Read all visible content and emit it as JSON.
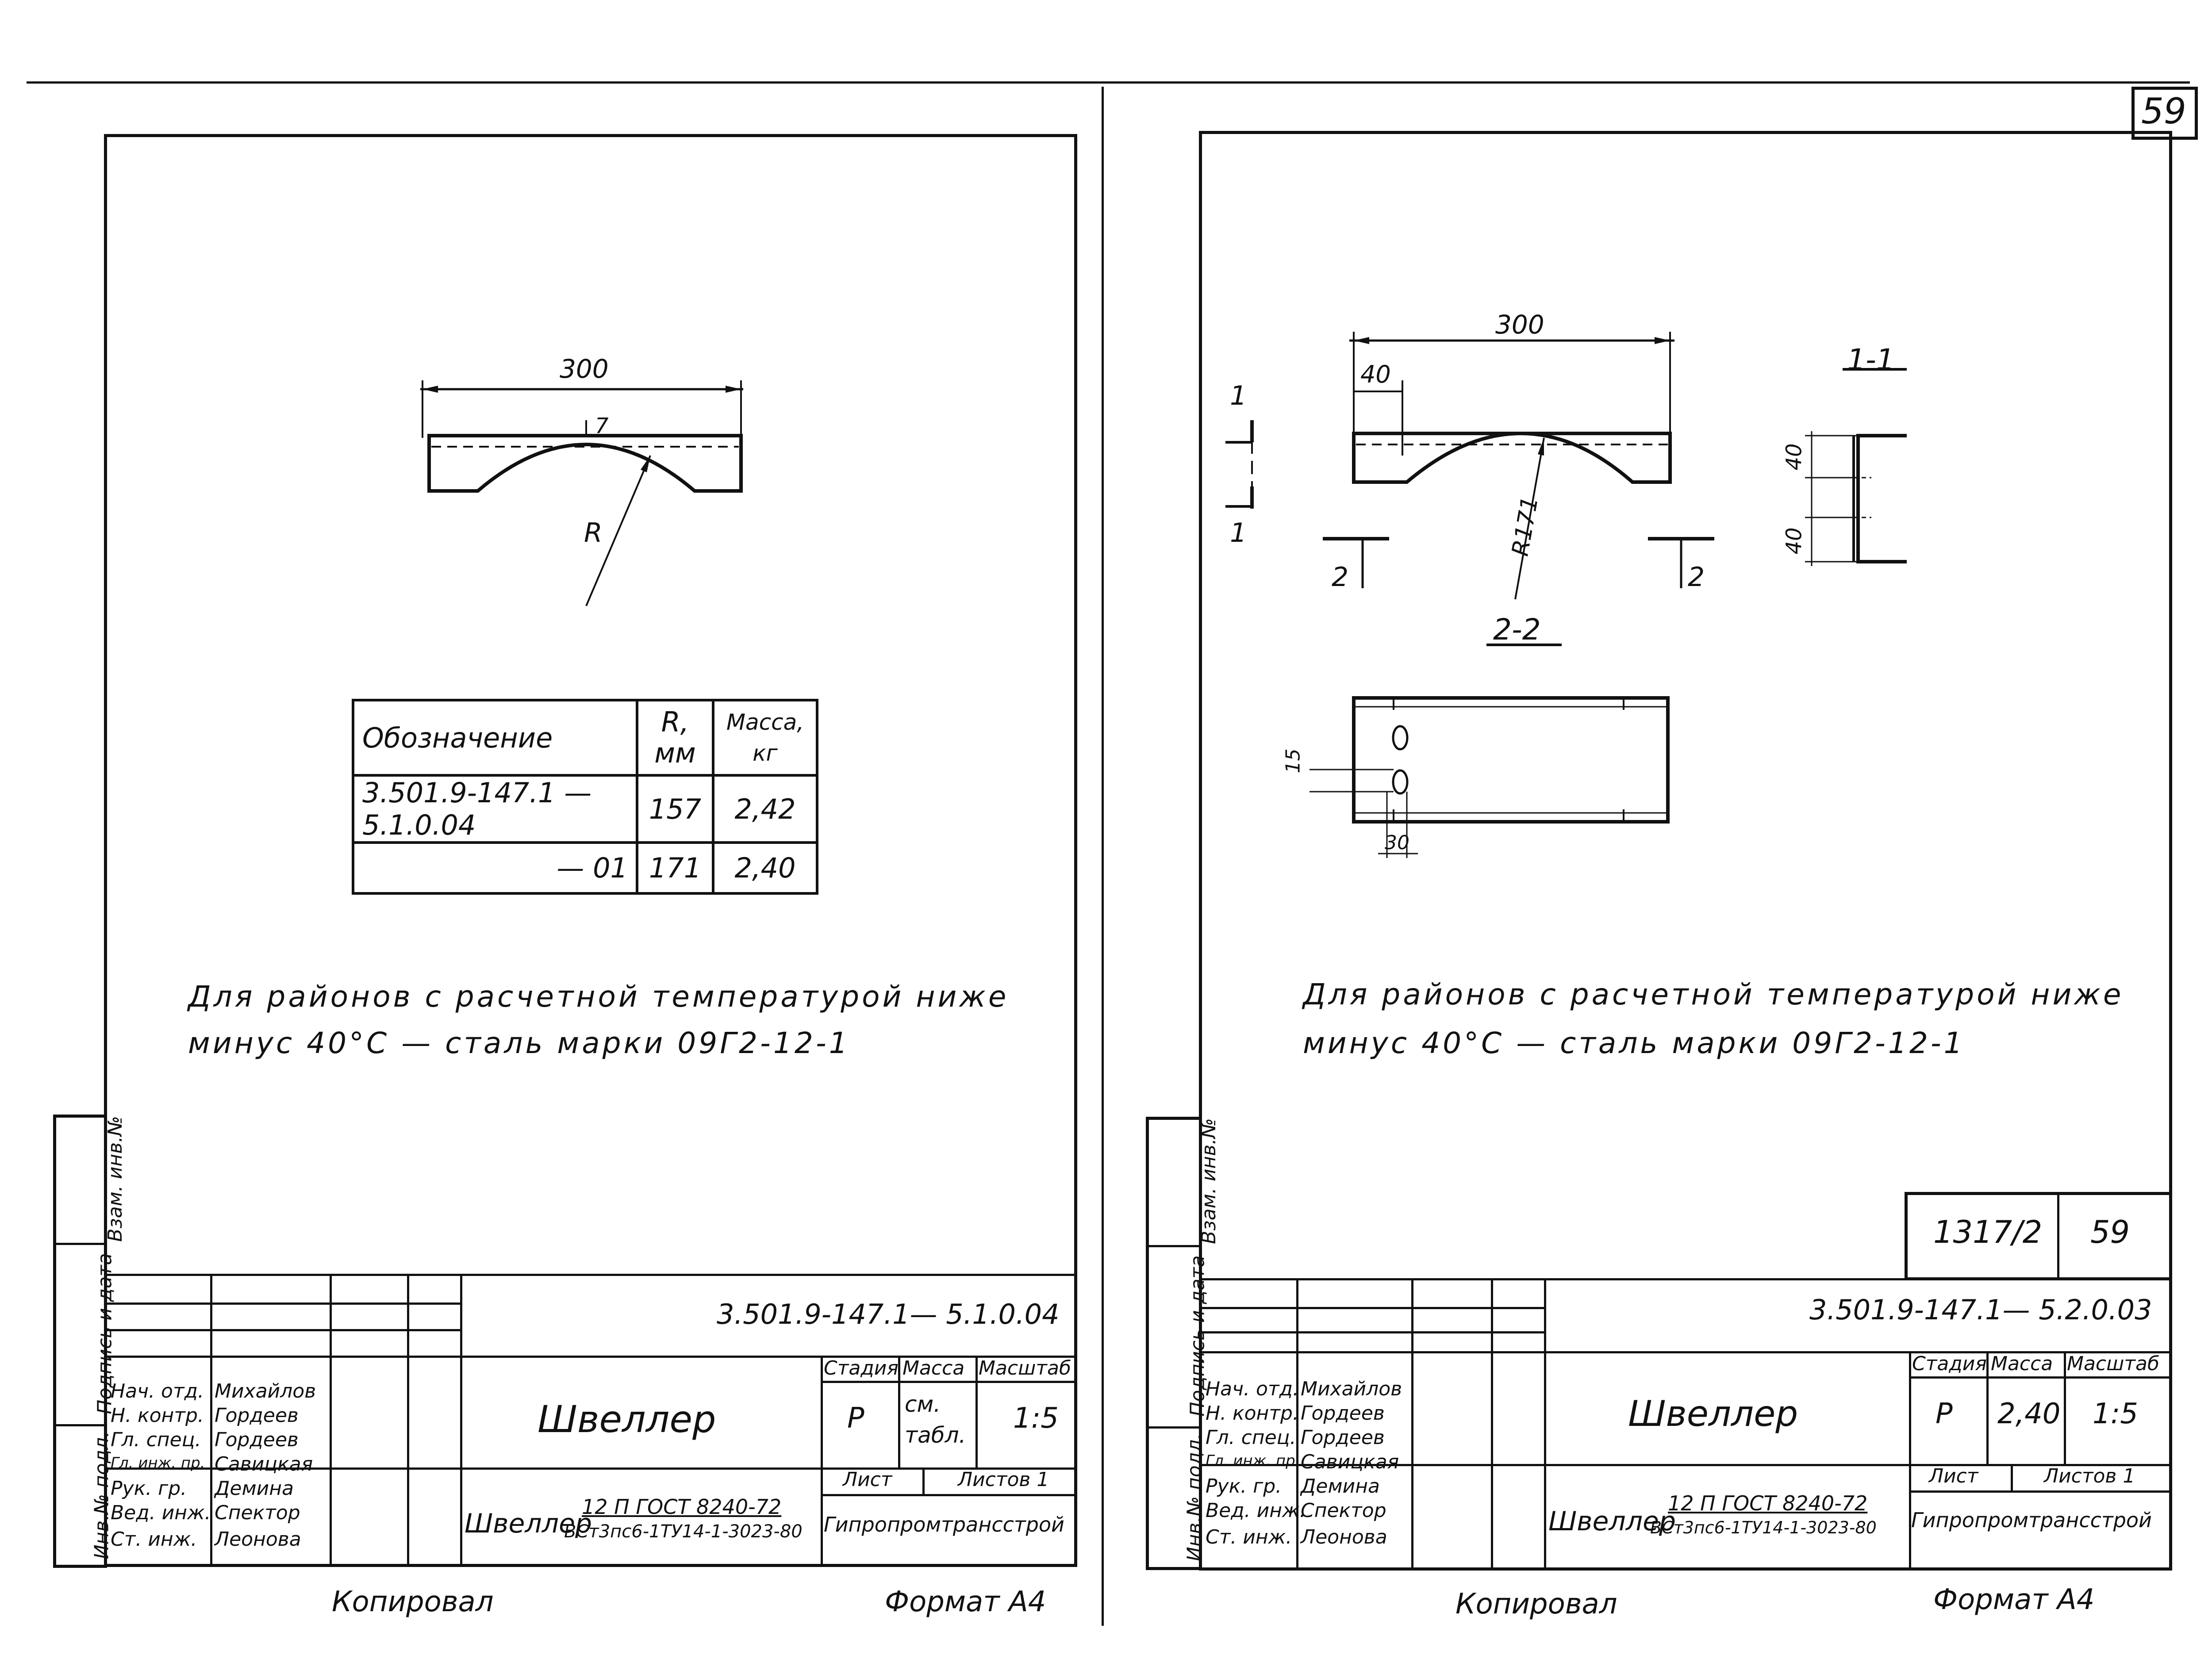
{
  "page_number": "59",
  "left_sheet": {
    "drawing": {
      "dim_length": "300",
      "dim_thickness": "7",
      "radius_label": "R"
    },
    "table": {
      "header": {
        "designation": "Обозначение",
        "r": "R,",
        "r_unit": "мм",
        "mass": "Масса,",
        "mass_unit": "кг"
      },
      "rows": [
        {
          "designation": "3.501.9-147.1 — 5.1.0.04",
          "r": "157",
          "mass": "2,42"
        },
        {
          "designation": "— 01",
          "r": "171",
          "mass": "2,40"
        }
      ]
    },
    "note_line1": "Для районов с расчетной температурой ниже",
    "note_line2": "минус 40°С — сталь марки 09Г2-12-1",
    "side_labels": [
      "Взам. инв.№",
      "Подпись и дата",
      "Инв.№ подл."
    ],
    "stamp": {
      "code": "3.501.9-147.1— 5.1.0.04",
      "title": "Швеллер",
      "stage_h": "Стадия",
      "mass_h": "Масса",
      "scale_h": "Масштаб",
      "stage": "Р",
      "mass": "см. табл.",
      "scale": "1:5",
      "sheet_h": "Лист",
      "sheets_h": "Листов 1",
      "material_name": "Швеллер",
      "material_top": "12 П ГОСТ 8240-72",
      "material_bottom": "ВСт3пс6-1ТУ14-1-3023-80",
      "org": "Гипропромтрансстрой",
      "roles": [
        {
          "role": "Нач. отд.",
          "name": "Михайлов"
        },
        {
          "role": "Н. контр.",
          "name": "Гордеев"
        },
        {
          "role": "Гл. спец.",
          "name": "Гордеев"
        },
        {
          "role": "Гл. инж. пр.",
          "name": "Савицкая"
        },
        {
          "role": "Рук. гр.",
          "name": "Демина"
        },
        {
          "role": "Вед. инж.",
          "name": "Спектор"
        },
        {
          "role": "Ст. инж.",
          "name": "Леонова"
        }
      ]
    },
    "footer_copied": "Копировал",
    "footer_format": "Формат А4"
  },
  "right_sheet": {
    "drawing": {
      "dim_length": "300",
      "dim_offset": "40",
      "radius_label": "R171",
      "section_1_1": "1-1",
      "section_2_2": "2-2",
      "cut_label_1": "1",
      "cut_label_2": "2",
      "sec_dim_a": "40",
      "sec_dim_b": "40",
      "hole_dim": "15",
      "hole_offset": "30"
    },
    "note_line1": "Для районов с расчетной температурой ниже",
    "note_line2": "минус 40°С — сталь марки 09Г2-12-1",
    "side_labels": [
      "Взам. инв.№",
      "Подпись и дата",
      "Инв.№ подл."
    ],
    "album": "1317/2",
    "album_page": "59",
    "stamp": {
      "code": "3.501.9-147.1— 5.2.0.03",
      "title": "Швеллер",
      "stage_h": "Стадия",
      "mass_h": "Масса",
      "scale_h": "Масштаб",
      "stage": "Р",
      "mass": "2,40",
      "scale": "1:5",
      "sheet_h": "Лист",
      "sheets_h": "Листов 1",
      "material_name": "Швеллер",
      "material_top": "12 П ГОСТ 8240-72",
      "material_bottom": "ВСт3пс6-1ТУ14-1-3023-80",
      "org": "Гипропромтрансстрой",
      "roles": [
        {
          "role": "Нач. отд.",
          "name": "Михайлов"
        },
        {
          "role": "Н. контр.",
          "name": "Гордеев"
        },
        {
          "role": "Гл. спец.",
          "name": "Гордеев"
        },
        {
          "role": "Гл. инж. пр.",
          "name": "Савицкая"
        },
        {
          "role": "Рук. гр.",
          "name": "Демина"
        },
        {
          "role": "Вед. инж.",
          "name": "Спектор"
        },
        {
          "role": "Ст. инж.",
          "name": "Леонова"
        }
      ]
    },
    "footer_copied": "Копировал",
    "footer_format": "Формат А4"
  },
  "colors": {
    "ink": "#111111",
    "paper": "#ffffff"
  }
}
